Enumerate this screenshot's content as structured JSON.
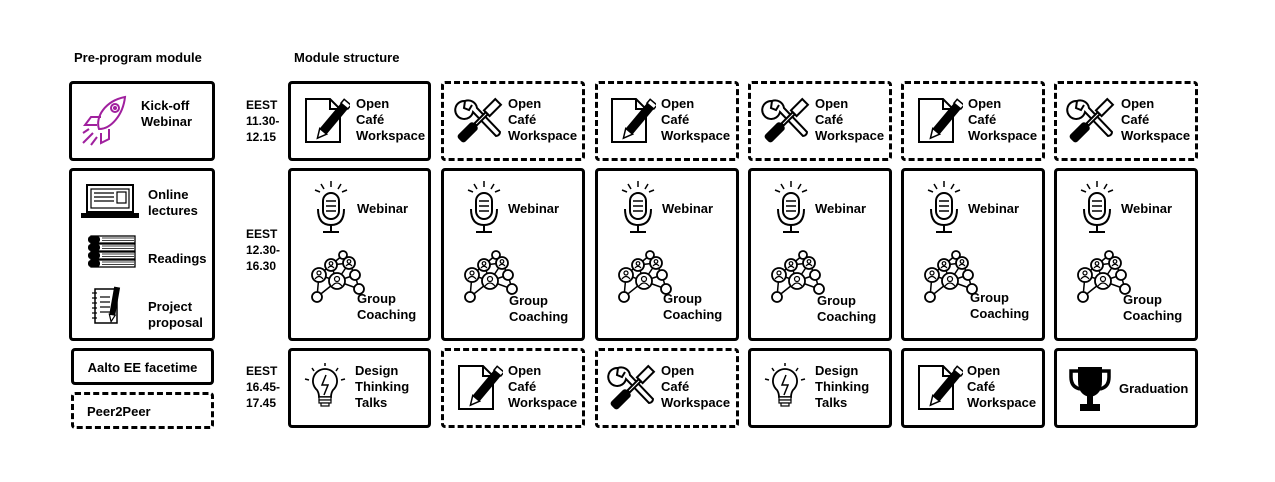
{
  "headings": {
    "pre_program": "Pre-program module",
    "module_structure": "Module structure"
  },
  "pre_program": {
    "kickoff": "Kick-off\nWebinar",
    "online_lectures": "Online\nlectures",
    "readings": "Readings",
    "project_proposal": "Project\nproposal",
    "facetime": "Aalto EE facetime",
    "peer2peer": "Peer2Peer"
  },
  "times": {
    "row1": "EEST\n11.30-\n12.15",
    "row2": "EEST\n12.30-\n16.30",
    "row3": "EEST\n16.45-\n17.45"
  },
  "labels": {
    "open_cafe": "Open\nCafé\nWorkspace",
    "webinar": "Webinar",
    "group_coaching": "Group\nCoaching",
    "design_thinking": "Design\nThinking\nTalks",
    "graduation": "Graduation"
  },
  "colors": {
    "accent": "#a0209e",
    "line": "#000000"
  },
  "icons": {
    "kickoff": "rocket-icon",
    "online_lectures": "laptop-icon",
    "readings": "books-icon",
    "project_proposal": "notebook-pencil-icon",
    "doc_pencil": "document-pencil-icon",
    "tools": "wrench-screwdriver-icon",
    "microphone": "microphone-icon",
    "network": "network-people-icon",
    "lightbulb": "lightbulb-icon",
    "trophy": "trophy-icon"
  },
  "grid": {
    "row1": [
      {
        "icon": "doc",
        "dashed": false
      },
      {
        "icon": "tools",
        "dashed": true
      },
      {
        "icon": "doc",
        "dashed": true
      },
      {
        "icon": "tools",
        "dashed": true
      },
      {
        "icon": "doc",
        "dashed": true
      },
      {
        "icon": "tools",
        "dashed": true
      }
    ],
    "row3": [
      {
        "type": "design",
        "dashed": false
      },
      {
        "type": "open",
        "icon": "doc",
        "dashed": true
      },
      {
        "type": "open",
        "icon": "tools",
        "dashed": true
      },
      {
        "type": "design",
        "dashed": false
      },
      {
        "type": "open",
        "icon": "doc",
        "dashed": false
      },
      {
        "type": "graduation",
        "dashed": false
      }
    ]
  }
}
